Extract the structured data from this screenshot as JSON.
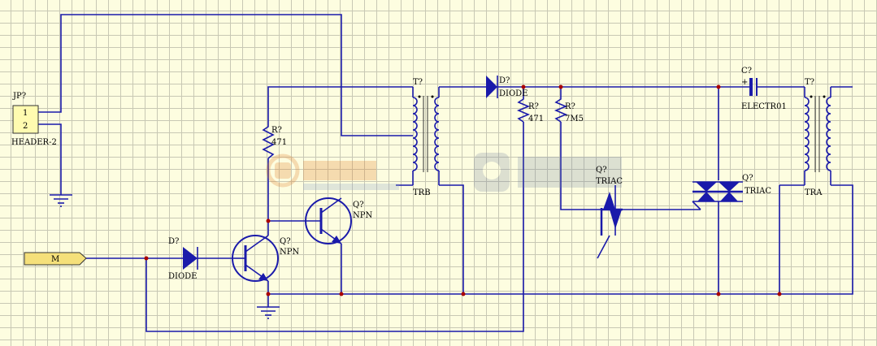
{
  "header": {
    "ref": "JP?",
    "name": "HEADER-2",
    "pin1": "1",
    "pin2": "2"
  },
  "port": {
    "label": "M"
  },
  "diode_input": {
    "ref": "D?",
    "name": "DIODE"
  },
  "diode_top": {
    "ref": "D?",
    "name": "DIODE"
  },
  "npn1": {
    "ref": "Q?",
    "name": "NPN"
  },
  "npn2": {
    "ref": "Q?",
    "name": "NPN"
  },
  "res_base": {
    "ref": "R?",
    "value": "471"
  },
  "res_top": {
    "ref": "R?",
    "value": "471"
  },
  "res_gate": {
    "ref": "R?",
    "value": "7M5"
  },
  "trb": {
    "ref": "T?",
    "name": "TRB"
  },
  "tra": {
    "ref": "T?",
    "name": "TRA"
  },
  "triac_small": {
    "ref": "Q?",
    "name": "TRIAC"
  },
  "triac_large": {
    "ref": "Q?",
    "name": "TRIAC"
  },
  "capacitor": {
    "ref": "C?",
    "name": "ELECTR01",
    "polarity": "+"
  },
  "colors": {
    "wire": "#1a1aaa",
    "junction": "#aa0000",
    "grid": "#c8c8b4",
    "background": "#fdfde0"
  }
}
